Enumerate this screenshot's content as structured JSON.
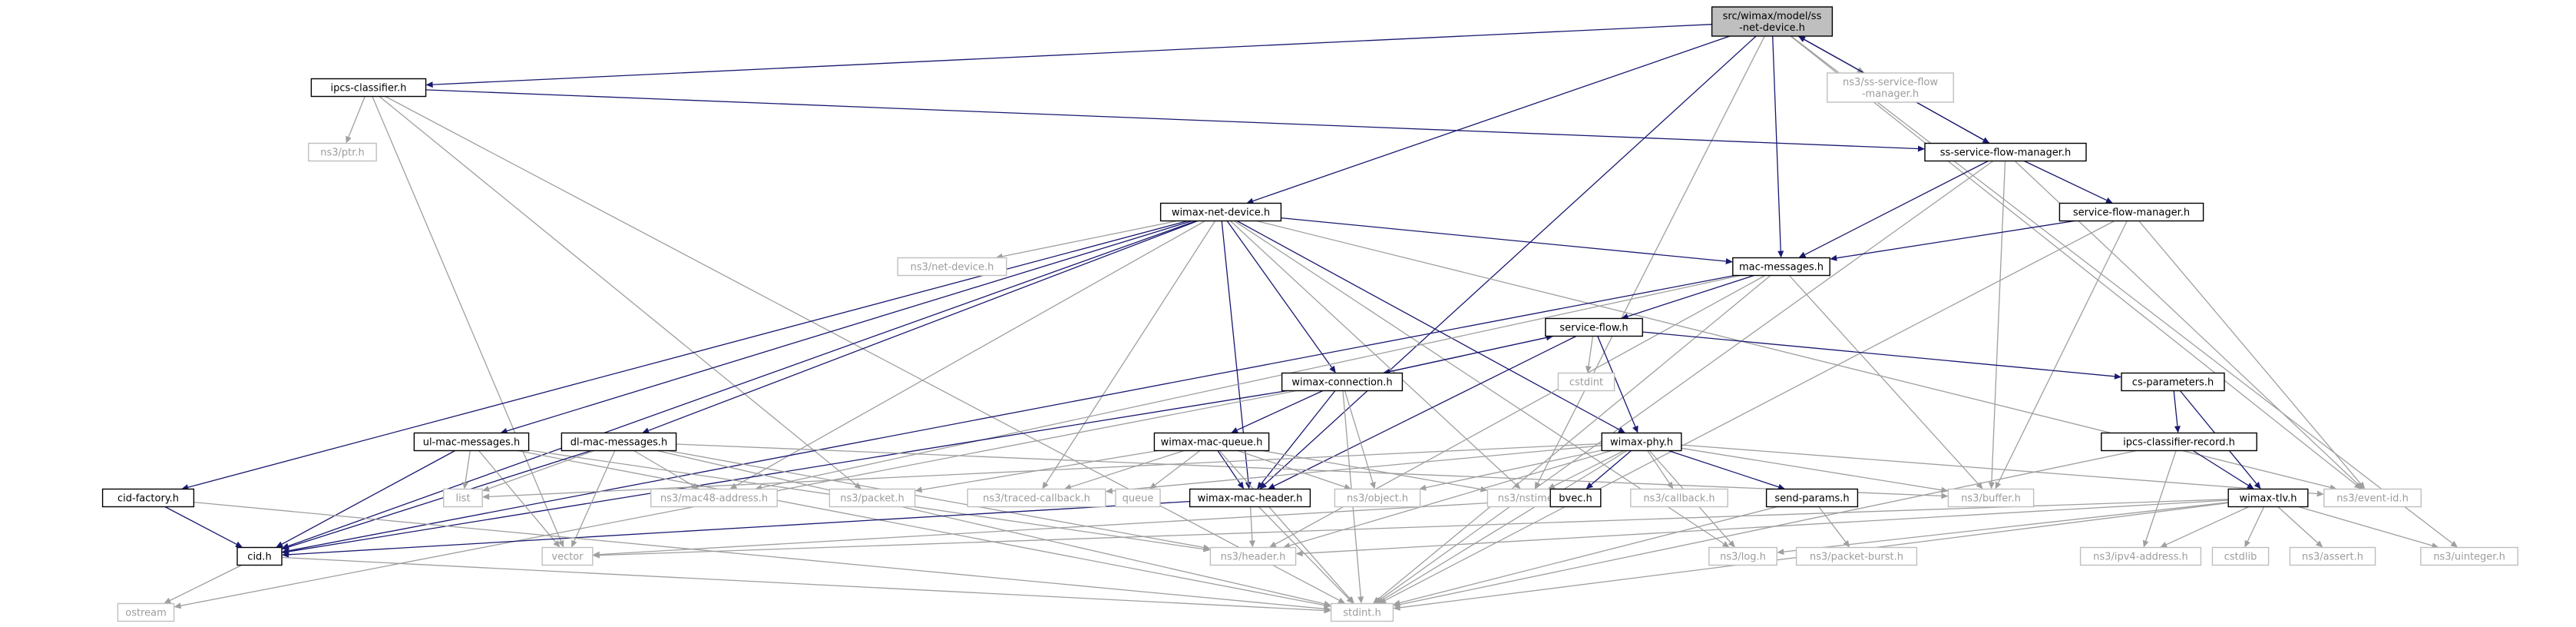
{
  "diagram": {
    "nodes": [
      {
        "id": "root",
        "lines": [
          "src/wimax/model/ss",
          "-net-device.h"
        ],
        "kind": "root"
      },
      {
        "id": "ipcs",
        "lines": [
          "ipcs-classifier.h"
        ],
        "kind": "doc"
      },
      {
        "id": "nssfm",
        "lines": [
          "ns3/ss-service-flow",
          "-manager.h"
        ],
        "kind": "ext"
      },
      {
        "id": "ptr",
        "lines": [
          "ns3/ptr.h"
        ],
        "kind": "ext"
      },
      {
        "id": "ssfm",
        "lines": [
          "ss-service-flow-manager.h"
        ],
        "kind": "doc"
      },
      {
        "id": "wnd",
        "lines": [
          "wimax-net-device.h"
        ],
        "kind": "doc"
      },
      {
        "id": "sfm",
        "lines": [
          "service-flow-manager.h"
        ],
        "kind": "doc"
      },
      {
        "id": "netdev",
        "lines": [
          "ns3/net-device.h"
        ],
        "kind": "ext"
      },
      {
        "id": "macmsg",
        "lines": [
          "mac-messages.h"
        ],
        "kind": "doc"
      },
      {
        "id": "sf",
        "lines": [
          "service-flow.h"
        ],
        "kind": "doc"
      },
      {
        "id": "cstdint",
        "lines": [
          "cstdint"
        ],
        "kind": "ext"
      },
      {
        "id": "wconn",
        "lines": [
          "wimax-connection.h"
        ],
        "kind": "doc"
      },
      {
        "id": "csparam",
        "lines": [
          "cs-parameters.h"
        ],
        "kind": "doc"
      },
      {
        "id": "ulmac",
        "lines": [
          "ul-mac-messages.h"
        ],
        "kind": "doc"
      },
      {
        "id": "dlmac",
        "lines": [
          "dl-mac-messages.h"
        ],
        "kind": "doc"
      },
      {
        "id": "wmq",
        "lines": [
          "wimax-mac-queue.h"
        ],
        "kind": "doc"
      },
      {
        "id": "wphy",
        "lines": [
          "wimax-phy.h"
        ],
        "kind": "doc"
      },
      {
        "id": "icr",
        "lines": [
          "ipcs-classifier-record.h"
        ],
        "kind": "doc"
      },
      {
        "id": "cidf",
        "lines": [
          "cid-factory.h"
        ],
        "kind": "doc"
      },
      {
        "id": "list",
        "lines": [
          "list"
        ],
        "kind": "ext"
      },
      {
        "id": "mac48",
        "lines": [
          "ns3/mac48-address.h"
        ],
        "kind": "ext"
      },
      {
        "id": "packet",
        "lines": [
          "ns3/packet.h"
        ],
        "kind": "ext"
      },
      {
        "id": "tcb",
        "lines": [
          "ns3/traced-callback.h"
        ],
        "kind": "ext"
      },
      {
        "id": "queue",
        "lines": [
          "queue"
        ],
        "kind": "ext"
      },
      {
        "id": "wmh",
        "lines": [
          "wimax-mac-header.h"
        ],
        "kind": "doc"
      },
      {
        "id": "object",
        "lines": [
          "ns3/object.h"
        ],
        "kind": "ext"
      },
      {
        "id": "nstime",
        "lines": [
          "ns3/nstime.h"
        ],
        "kind": "ext"
      },
      {
        "id": "bvec",
        "lines": [
          "bvec.h"
        ],
        "kind": "doc"
      },
      {
        "id": "callback",
        "lines": [
          "ns3/callback.h"
        ],
        "kind": "ext"
      },
      {
        "id": "sendp",
        "lines": [
          "send-params.h"
        ],
        "kind": "doc"
      },
      {
        "id": "buffer",
        "lines": [
          "ns3/buffer.h"
        ],
        "kind": "ext"
      },
      {
        "id": "eventid",
        "lines": [
          "ns3/event-id.h"
        ],
        "kind": "ext"
      },
      {
        "id": "wtlv",
        "lines": [
          "wimax-tlv.h"
        ],
        "kind": "doc"
      },
      {
        "id": "cid",
        "lines": [
          "cid.h"
        ],
        "kind": "doc"
      },
      {
        "id": "vector",
        "lines": [
          "vector"
        ],
        "kind": "ext"
      },
      {
        "id": "header",
        "lines": [
          "ns3/header.h"
        ],
        "kind": "ext"
      },
      {
        "id": "log",
        "lines": [
          "ns3/log.h"
        ],
        "kind": "ext"
      },
      {
        "id": "pburst",
        "lines": [
          "ns3/packet-burst.h"
        ],
        "kind": "ext"
      },
      {
        "id": "ipv4",
        "lines": [
          "ns3/ipv4-address.h"
        ],
        "kind": "ext"
      },
      {
        "id": "cstdlib",
        "lines": [
          "cstdlib"
        ],
        "kind": "ext"
      },
      {
        "id": "assert",
        "lines": [
          "ns3/assert.h"
        ],
        "kind": "ext"
      },
      {
        "id": "uinteger",
        "lines": [
          "ns3/uinteger.h"
        ],
        "kind": "ext"
      },
      {
        "id": "ostream",
        "lines": [
          "ostream"
        ],
        "kind": "ext"
      },
      {
        "id": "stdint",
        "lines": [
          "stdint.h"
        ],
        "kind": "ext"
      }
    ],
    "edges": [
      [
        "root",
        "ipcs"
      ],
      [
        "root",
        "nssfm"
      ],
      [
        "root",
        "ssfm"
      ],
      [
        "root",
        "wnd"
      ],
      [
        "root",
        "wmh"
      ],
      [
        "root",
        "nstime"
      ],
      [
        "root",
        "eventid"
      ],
      [
        "root",
        "uinteger"
      ],
      [
        "root",
        "macmsg"
      ],
      [
        "ipcs",
        "ptr"
      ],
      [
        "ipcs",
        "ssfm"
      ],
      [
        "ipcs",
        "packet"
      ],
      [
        "ipcs",
        "vector"
      ],
      [
        "ipcs",
        "stdint"
      ],
      [
        "ssfm",
        "root"
      ],
      [
        "ssfm",
        "sfm"
      ],
      [
        "ssfm",
        "macmsg"
      ],
      [
        "ssfm",
        "buffer"
      ],
      [
        "ssfm",
        "eventid"
      ],
      [
        "ssfm",
        "stdint"
      ],
      [
        "sfm",
        "macmsg"
      ],
      [
        "sfm",
        "buffer"
      ],
      [
        "sfm",
        "eventid"
      ],
      [
        "sfm",
        "stdint"
      ],
      [
        "wnd",
        "netdev"
      ],
      [
        "wnd",
        "macmsg"
      ],
      [
        "wnd",
        "wconn"
      ],
      [
        "wnd",
        "ulmac"
      ],
      [
        "wnd",
        "dlmac"
      ],
      [
        "wnd",
        "wphy"
      ],
      [
        "wnd",
        "cidf"
      ],
      [
        "wnd",
        "mac48"
      ],
      [
        "wnd",
        "tcb"
      ],
      [
        "wnd",
        "wmh"
      ],
      [
        "wnd",
        "nstime"
      ],
      [
        "wnd",
        "log"
      ],
      [
        "wnd",
        "eventid"
      ],
      [
        "wnd",
        "cid"
      ],
      [
        "macmsg",
        "sf"
      ],
      [
        "macmsg",
        "mac48"
      ],
      [
        "macmsg",
        "cid"
      ],
      [
        "macmsg",
        "buffer"
      ],
      [
        "macmsg",
        "header"
      ],
      [
        "macmsg",
        "stdint"
      ],
      [
        "sf",
        "cstdint"
      ],
      [
        "sf",
        "wconn"
      ],
      [
        "sf",
        "csparam"
      ],
      [
        "sf",
        "wphy"
      ],
      [
        "sf",
        "wmh"
      ],
      [
        "wconn",
        "sf"
      ],
      [
        "wconn",
        "wmq"
      ],
      [
        "wconn",
        "wmh"
      ],
      [
        "wconn",
        "object"
      ],
      [
        "wconn",
        "cid"
      ],
      [
        "wconn",
        "stdint"
      ],
      [
        "wconn",
        "ostream"
      ],
      [
        "csparam",
        "icr"
      ],
      [
        "csparam",
        "wtlv"
      ],
      [
        "ulmac",
        "list"
      ],
      [
        "ulmac",
        "cid"
      ],
      [
        "ulmac",
        "vector"
      ],
      [
        "ulmac",
        "header"
      ],
      [
        "ulmac",
        "stdint"
      ],
      [
        "dlmac",
        "list"
      ],
      [
        "dlmac",
        "mac48"
      ],
      [
        "dlmac",
        "cid"
      ],
      [
        "dlmac",
        "vector"
      ],
      [
        "dlmac",
        "buffer"
      ],
      [
        "dlmac",
        "header"
      ],
      [
        "dlmac",
        "stdint"
      ],
      [
        "wmq",
        "packet"
      ],
      [
        "wmq",
        "tcb"
      ],
      [
        "wmq",
        "queue"
      ],
      [
        "wmq",
        "wmh"
      ],
      [
        "wmq",
        "object"
      ],
      [
        "wmq",
        "nstime"
      ],
      [
        "wmq",
        "stdint"
      ],
      [
        "wphy",
        "list"
      ],
      [
        "wphy",
        "tcb"
      ],
      [
        "wphy",
        "object"
      ],
      [
        "wphy",
        "nstime"
      ],
      [
        "wphy",
        "bvec"
      ],
      [
        "wphy",
        "callback"
      ],
      [
        "wphy",
        "sendp"
      ],
      [
        "wphy",
        "buffer"
      ],
      [
        "wphy",
        "eventid"
      ],
      [
        "wphy",
        "log"
      ],
      [
        "wphy",
        "header"
      ],
      [
        "wphy",
        "stdint"
      ],
      [
        "icr",
        "ipv4"
      ],
      [
        "icr",
        "wtlv"
      ],
      [
        "icr",
        "stdint"
      ],
      [
        "wtlv",
        "ipv4"
      ],
      [
        "wtlv",
        "cstdlib"
      ],
      [
        "wtlv",
        "assert"
      ],
      [
        "wtlv",
        "uinteger"
      ],
      [
        "wtlv",
        "log"
      ],
      [
        "wtlv",
        "vector"
      ],
      [
        "wtlv",
        "header"
      ],
      [
        "wtlv",
        "stdint"
      ],
      [
        "wmh",
        "header"
      ],
      [
        "wmh",
        "stdint"
      ],
      [
        "wmh",
        "cid"
      ],
      [
        "bvec",
        "vector"
      ],
      [
        "sendp",
        "pburst"
      ],
      [
        "sendp",
        "stdint"
      ],
      [
        "cidf",
        "cid"
      ],
      [
        "cidf",
        "stdint"
      ],
      [
        "cid",
        "ostream"
      ],
      [
        "cid",
        "stdint"
      ]
    ]
  }
}
